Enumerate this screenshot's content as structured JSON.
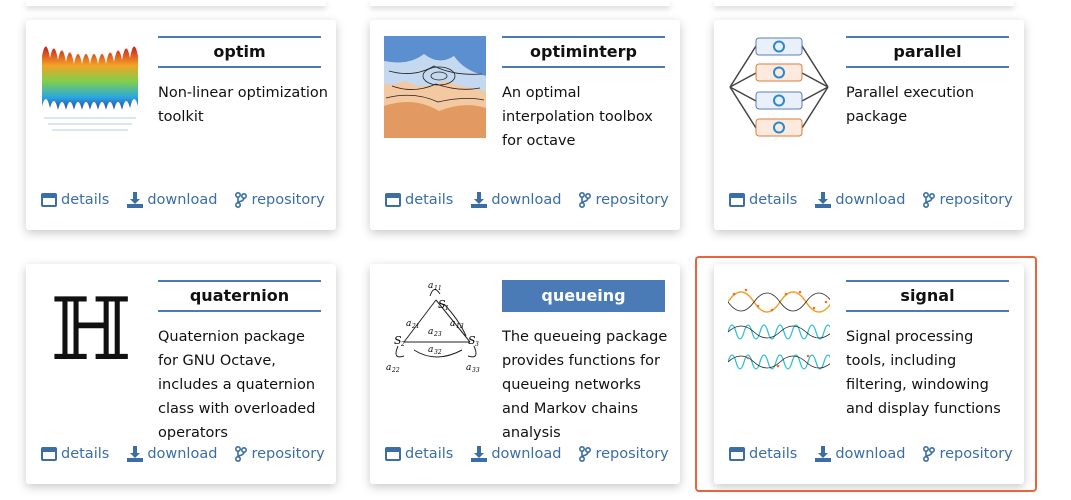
{
  "cards": [
    {
      "title": "optim",
      "desc": "Non-linear optimization toolkit",
      "thumb": "surface-plot-icon"
    },
    {
      "title": "optiminterp",
      "desc": "An optimal interpolation toolbox for octave",
      "thumb": "contour-map-icon"
    },
    {
      "title": "parallel",
      "desc": "Parallel execution package",
      "thumb": "parallel-flow-icon"
    },
    {
      "title": "quaternion",
      "desc": "Quaternion package for GNU Octave, includes a quaternion class with overloaded operators",
      "thumb": "double-struck-h-icon",
      "glyph": "ℍ"
    },
    {
      "title": "queueing",
      "desc": "The queueing package provides functions for queueing networks and Markov chains analysis",
      "thumb": "markov-chain-icon"
    },
    {
      "title": "signal",
      "desc": "Signal processing tools, including filtering, windowing and display functions",
      "thumb": "waveform-icon"
    }
  ],
  "links": {
    "details": "details",
    "download": "download",
    "repository": "repository"
  },
  "markov": {
    "labels": [
      "a",
      "11",
      "S",
      "1",
      "a",
      "21",
      "a",
      "13",
      "a",
      "23",
      "S",
      "2",
      "S",
      "3",
      "a",
      "32",
      "a",
      "22",
      "a",
      "33"
    ]
  },
  "colors": {
    "accent": "#4a7bb7",
    "link": "#3a6ea5",
    "highlight": "#e8643a"
  }
}
